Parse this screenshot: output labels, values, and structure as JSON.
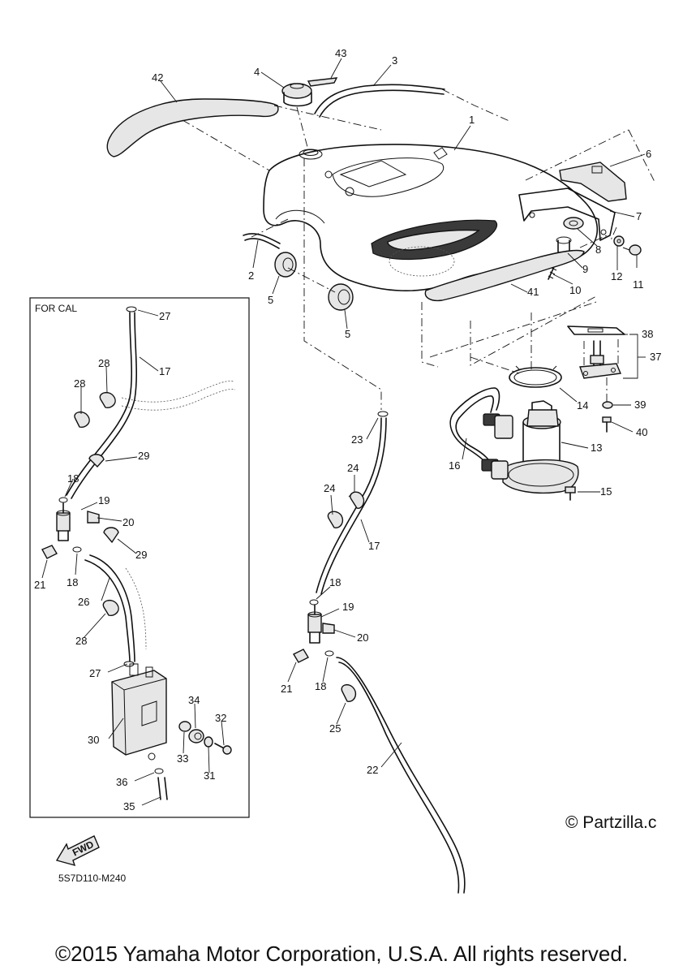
{
  "box_title": "FOR CAL",
  "diagram_code": "5S7D110-M240",
  "fwd_label": "FWD",
  "watermark": "© Partzilla.c",
  "copyright": "©2015 Yamaha Motor Corporation, U.S.A. All rights reserved.",
  "callouts": [
    {
      "id": "c42",
      "text": "42"
    },
    {
      "id": "c4",
      "text": "4"
    },
    {
      "id": "c43",
      "text": "43"
    },
    {
      "id": "c3",
      "text": "3"
    },
    {
      "id": "c1",
      "text": "1"
    },
    {
      "id": "c6",
      "text": "6"
    },
    {
      "id": "c7",
      "text": "7"
    },
    {
      "id": "c8",
      "text": "8"
    },
    {
      "id": "c12",
      "text": "12"
    },
    {
      "id": "c11",
      "text": "11"
    },
    {
      "id": "c9",
      "text": "9"
    },
    {
      "id": "c10",
      "text": "10"
    },
    {
      "id": "c2",
      "text": "2"
    },
    {
      "id": "c5a",
      "text": "5"
    },
    {
      "id": "c5b",
      "text": "5"
    },
    {
      "id": "c41",
      "text": "41"
    },
    {
      "id": "c38",
      "text": "38"
    },
    {
      "id": "c37",
      "text": "37"
    },
    {
      "id": "c39",
      "text": "39"
    },
    {
      "id": "c40",
      "text": "40"
    },
    {
      "id": "c14",
      "text": "14"
    },
    {
      "id": "c13",
      "text": "13"
    },
    {
      "id": "c16",
      "text": "16"
    },
    {
      "id": "c15",
      "text": "15"
    },
    {
      "id": "c27a",
      "text": "27"
    },
    {
      "id": "c17a",
      "text": "17"
    },
    {
      "id": "c28a",
      "text": "28"
    },
    {
      "id": "c28b",
      "text": "28"
    },
    {
      "id": "c29a",
      "text": "29"
    },
    {
      "id": "c18a",
      "text": "18"
    },
    {
      "id": "c19a",
      "text": "19"
    },
    {
      "id": "c20a",
      "text": "20"
    },
    {
      "id": "c29b",
      "text": "29"
    },
    {
      "id": "c21a",
      "text": "21"
    },
    {
      "id": "c18b",
      "text": "18"
    },
    {
      "id": "c26",
      "text": "26"
    },
    {
      "id": "c28c",
      "text": "28"
    },
    {
      "id": "c27b",
      "text": "27"
    },
    {
      "id": "c30",
      "text": "30"
    },
    {
      "id": "c34",
      "text": "34"
    },
    {
      "id": "c32",
      "text": "32"
    },
    {
      "id": "c33",
      "text": "33"
    },
    {
      "id": "c31",
      "text": "31"
    },
    {
      "id": "c36",
      "text": "36"
    },
    {
      "id": "c35",
      "text": "35"
    },
    {
      "id": "c23",
      "text": "23"
    },
    {
      "id": "c24a",
      "text": "24"
    },
    {
      "id": "c24b",
      "text": "24"
    },
    {
      "id": "c17b",
      "text": "17"
    },
    {
      "id": "c18c",
      "text": "18"
    },
    {
      "id": "c19b",
      "text": "19"
    },
    {
      "id": "c20b",
      "text": "20"
    },
    {
      "id": "c21b",
      "text": "21"
    },
    {
      "id": "c18d",
      "text": "18"
    },
    {
      "id": "c25",
      "text": "25"
    },
    {
      "id": "c22",
      "text": "22"
    }
  ]
}
